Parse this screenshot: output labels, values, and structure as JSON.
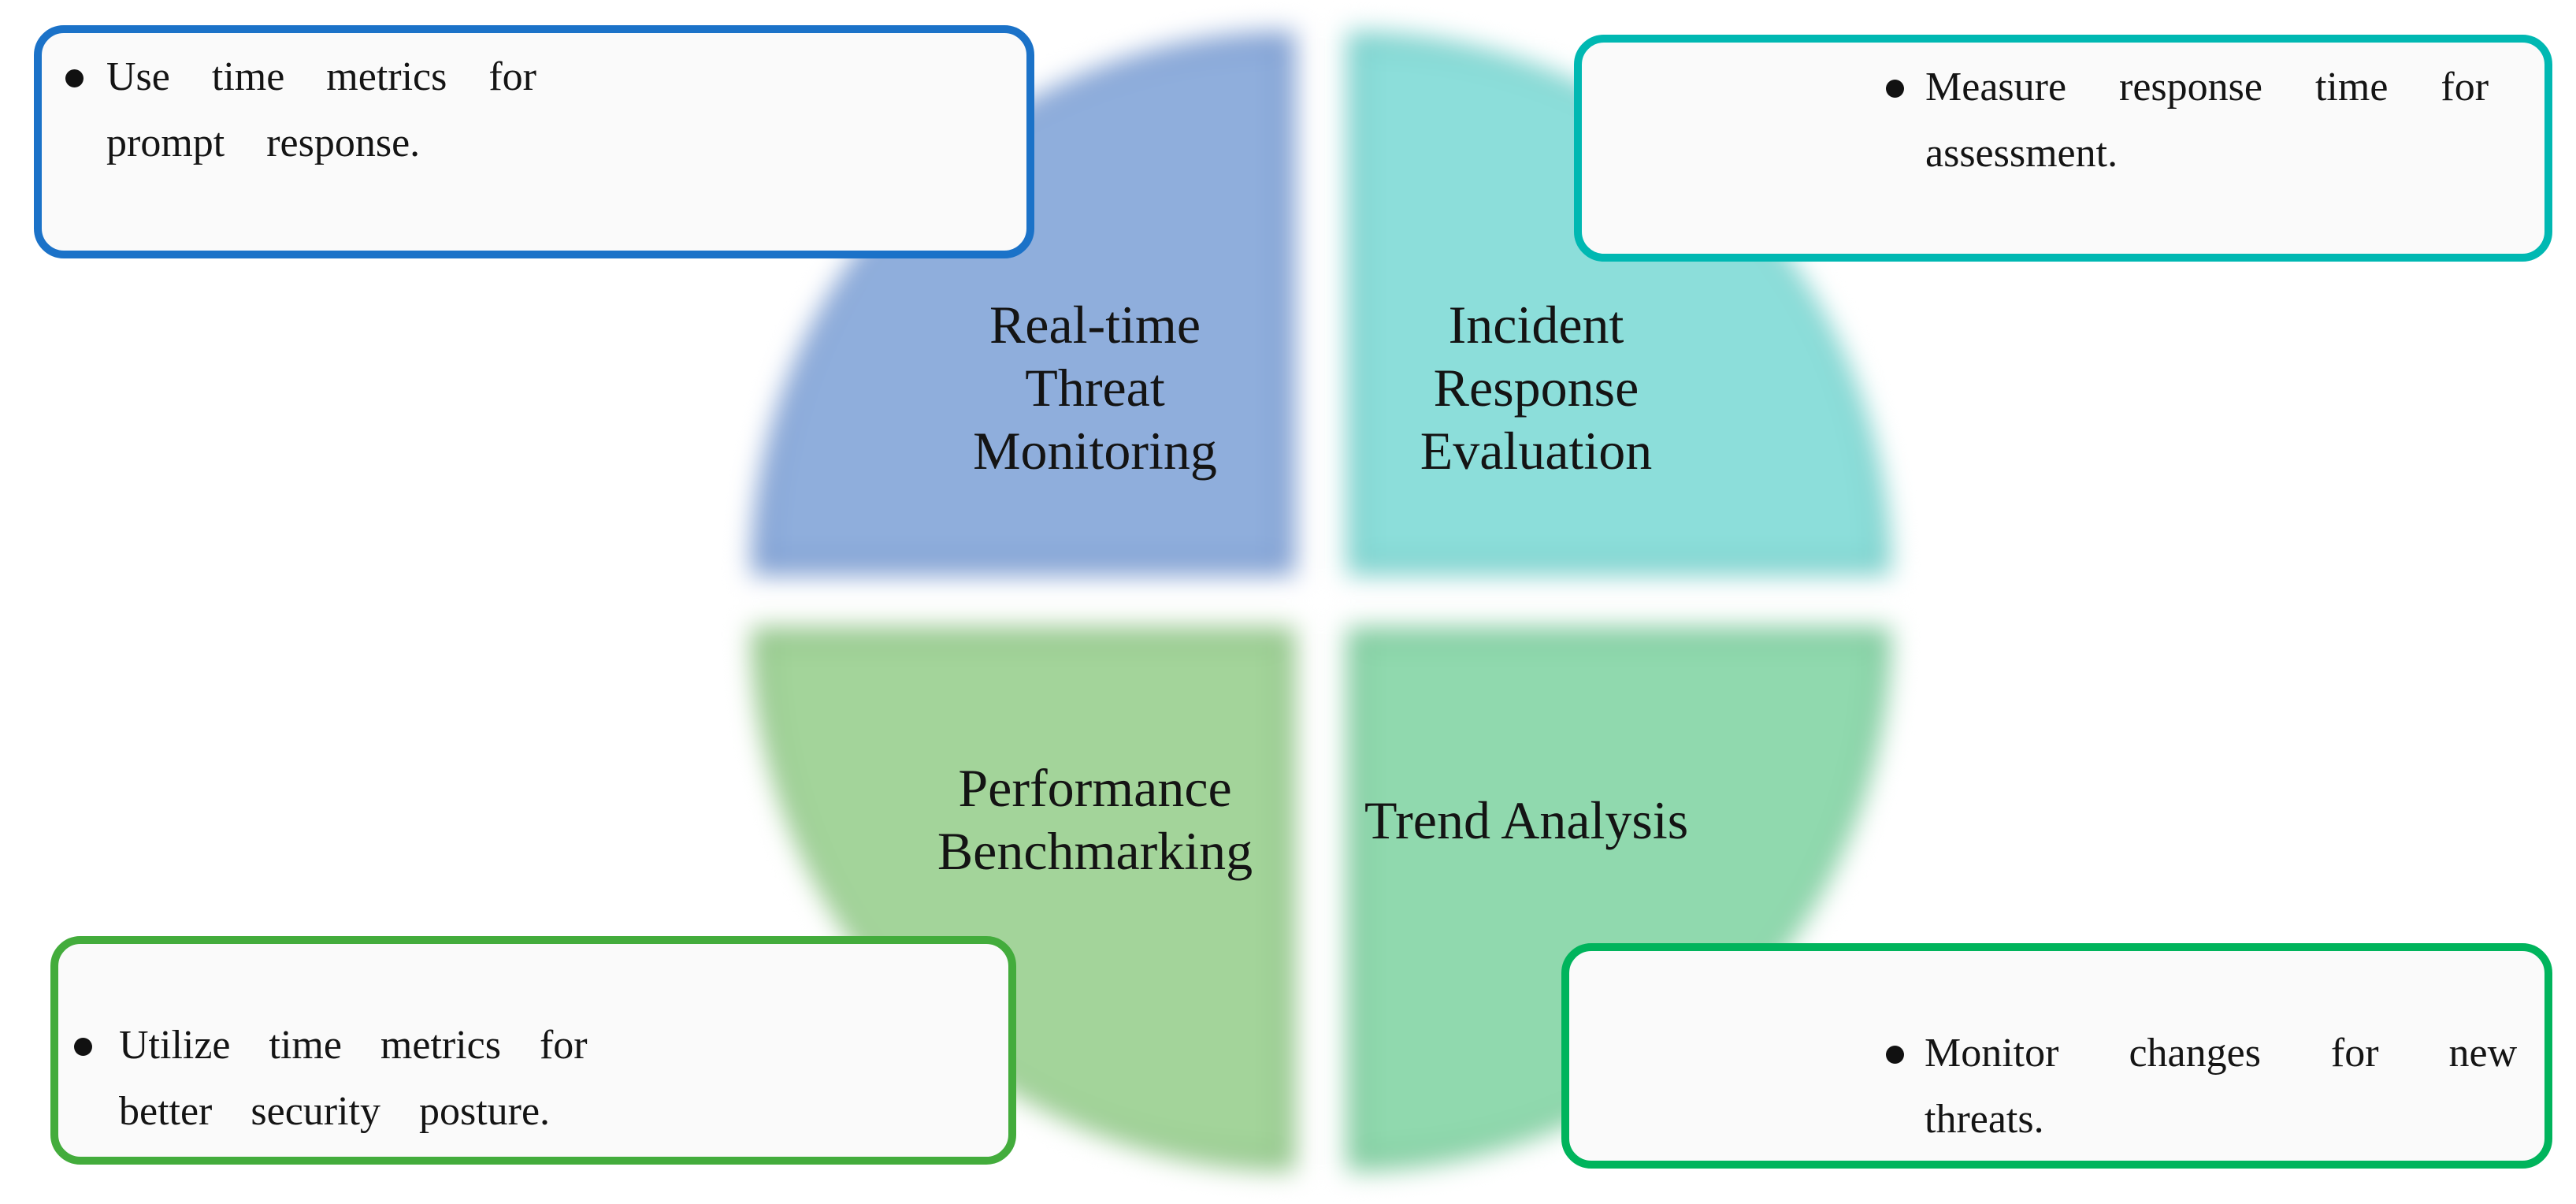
{
  "diagram": {
    "background_color": "#ffffff",
    "text_color": "#141414",
    "quadrants": {
      "top_left": {
        "label_lines": [
          "Real-time",
          "Threat",
          "Monitoring"
        ],
        "fill_color": "#8FAEDC"
      },
      "top_right": {
        "label_lines": [
          "Incident",
          "Response",
          "Evaluation"
        ],
        "fill_color": "#8CDEDA"
      },
      "bottom_left": {
        "label_lines": [
          "Performance",
          "Benchmarking"
        ],
        "fill_color": "#A3D49A"
      },
      "bottom_right": {
        "label_lines": [
          "Trend Analysis"
        ],
        "fill_color": "#90D9AE"
      }
    },
    "callouts": {
      "top_left": {
        "border_color": "#1B72C8",
        "fill_color": "#FAFAFA",
        "bullet_icon": "filled-circle",
        "lines": [
          "Use time metrics for",
          "prompt response."
        ]
      },
      "top_right": {
        "border_color": "#00B8B2",
        "fill_color": "#FAFAFA",
        "bullet_icon": "filled-circle",
        "lines": [
          "Measure response time for",
          "assessment."
        ]
      },
      "bottom_left": {
        "border_color": "#43AC3C",
        "fill_color": "#FAFAFA",
        "bullet_icon": "filled-circle",
        "lines": [
          "Utilize time metrics for",
          "better security posture."
        ]
      },
      "bottom_right": {
        "border_color": "#00B45C",
        "fill_color": "#FAFAFA",
        "bullet_icon": "filled-circle",
        "lines": [
          "Monitor changes for new",
          "threats."
        ]
      }
    }
  }
}
